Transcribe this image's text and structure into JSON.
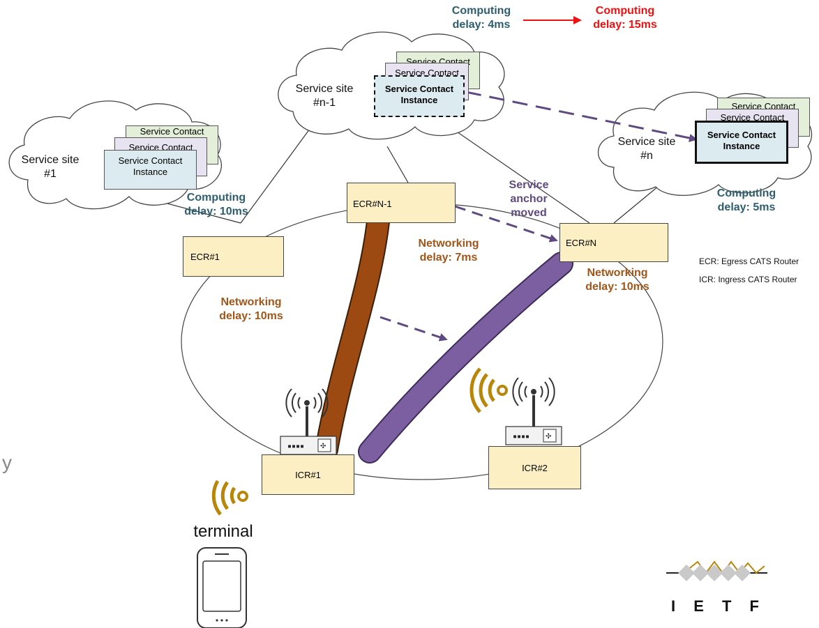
{
  "sites": {
    "site1": {
      "name": "Service site\n#1",
      "computing": "Computing\ndelay: 10ms"
    },
    "siteN1": {
      "name": "Service site\n#n-1",
      "computing_before": "Computing\ndelay: 4ms",
      "computing_after": "Computing\ndelay: 15ms"
    },
    "siteN": {
      "name": "Service site\n#n",
      "computing": "Computing\ndelay: 5ms"
    }
  },
  "cards": {
    "back_label": "Service Contact",
    "back_label2": "Service Contact",
    "front_label": "Service Contact\nInstance"
  },
  "routers": {
    "ecr1": "ECR#1",
    "ecrN1": "ECR#N-1",
    "ecrN": "ECR#N",
    "icr1": "ICR#1",
    "icr2": "ICR#2"
  },
  "networking": {
    "ecr1": "Networking\ndelay: 10ms",
    "ecrN1": "Networking\ndelay: 7ms",
    "ecrN": "Networking\ndelay: 10ms"
  },
  "anchor_moved": "Service\nanchor\nmoved",
  "legend": [
    "ECR: Egress CATS Router",
    "ICR: Ingress CATS Router"
  ],
  "terminal_label": "terminal",
  "edge_fragment": "y",
  "logo_text": "I  E  T  F",
  "colors": {
    "teal": "#2e5e6e",
    "red": "#ee1111",
    "brown": "#a0561a",
    "purple": "#7b5fa0",
    "router_fill": "#fdefc4",
    "wifi": "#b8860b"
  }
}
